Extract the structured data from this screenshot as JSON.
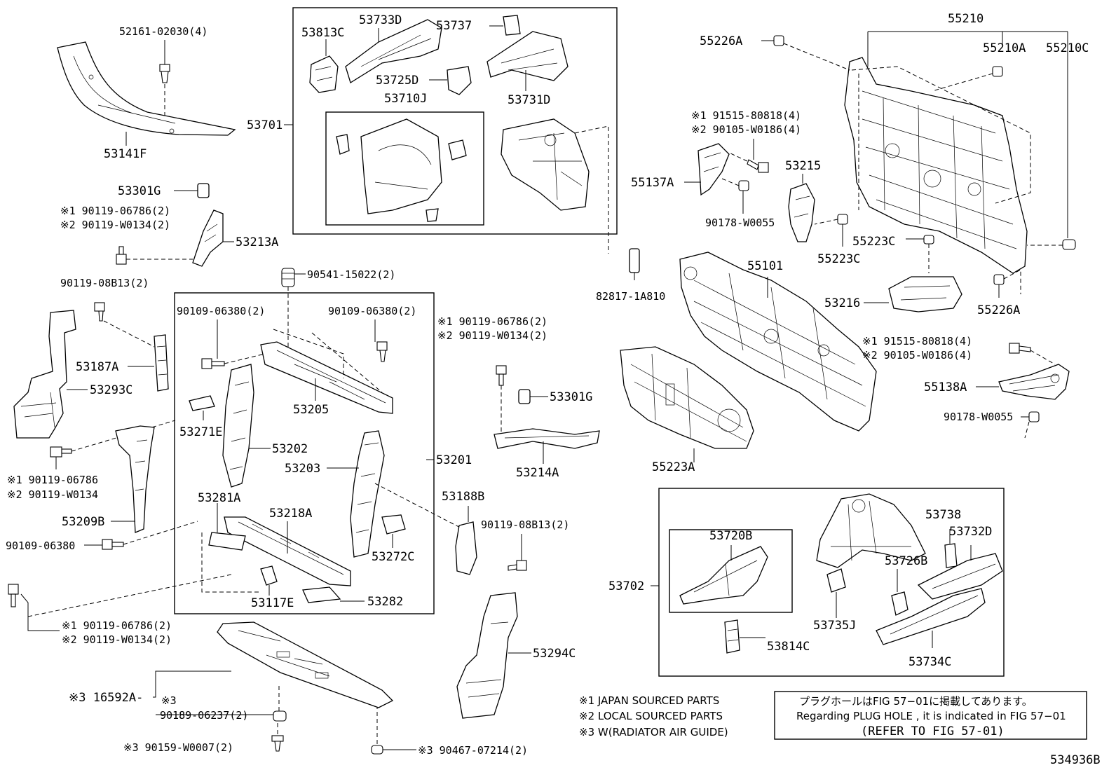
{
  "labels": {
    "p53141F": "53141F",
    "p52161": "52161-02030(4)",
    "p53301G_a": "53301G",
    "p90119_a1": "※1 90119-06786(2)",
    "p90119_a2": "※2 90119-W0134(2)",
    "p53213A": "53213A",
    "p9011908B13_a": "90119-08B13(2)",
    "p53187A": "53187A",
    "p53293C": "53293C",
    "p90119_b1": "※1 90119-06786",
    "p90119_b2": "※2 90119-W0134",
    "p53209B": "53209B",
    "p90109_06380_a": "90109-06380",
    "p90119_c1": "※1 90119-06786(2)",
    "p90119_c2": "※2 90119-W0134(2)",
    "p16592A": "※3 16592A-",
    "p3mark": "※3",
    "p90189": "90189-06237(2)",
    "p90159": "※3 90159-W0007(2)",
    "p90467": "※3 90467-07214(2)",
    "p53701": "53701",
    "p53813C": "53813C",
    "p53733D": "53733D",
    "p53737": "53737",
    "p53725D": "53725D",
    "p53710J": "53710J",
    "p53731D": "53731D",
    "p90541": "90541-15022(2)",
    "p90109_b": "90109-06380(2)",
    "p90109_c": "90109-06380(2)",
    "p53271E": "53271E",
    "p53205": "53205",
    "p53202": "53202",
    "p53203": "53203",
    "p53201": "53201",
    "p53281A": "53281A",
    "p53218A": "53218A",
    "p53272C": "53272C",
    "p53117E": "53117E",
    "p53282": "53282",
    "p90119_d1": "※1 90119-06786(2)",
    "p90119_d2": "※2 90119-W0134(2)",
    "p53301G_b": "53301G",
    "p53214A": "53214A",
    "p53188B": "53188B",
    "p9011908B13_b": "90119-08B13(2)",
    "p53294C": "53294C",
    "p82817": "82817-1A810",
    "p91515_a1": "※1 91515-80818(4)",
    "p90105_a2": "※2 90105-W0186(4)",
    "p55137A": "55137A",
    "p53215": "53215",
    "p90178_a": "90178-W0055",
    "p55223C_a": "55223C",
    "p55223C_b": "55223C",
    "p55101": "55101",
    "p53216": "53216",
    "p55226A_a": "55226A",
    "p55226A_b": "55226A",
    "p55210": "55210",
    "p55210A": "55210A",
    "p55210C": "55210C",
    "p91515_b1": "※1 91515-80818(4)",
    "p90105_b2": "※2 90105-W0186(4)",
    "p55138A": "55138A",
    "p90178_b": "90178-W0055",
    "p55223A": "55223A",
    "p53702": "53702",
    "p53720B": "53720B",
    "p53738": "53738",
    "p53732D": "53732D",
    "p53726B": "53726B",
    "p53735J": "53735J",
    "p53814C": "53814C",
    "p53734C": "53734C"
  },
  "legend": {
    "l1": "※1  JAPAN SOURCED PARTS",
    "l2": "※2  LOCAL SOURCED PARTS",
    "l3": "※3  W(RADIATOR AIR GUIDE)"
  },
  "note_box": {
    "jp": "プラグホールはFIG 57−01に掲載してあります。",
    "en": "Regarding  PLUG  HOLE , it is indicated in FIG  57−01",
    "ref": "(REFER TO FIG 57-01)"
  },
  "diagram_id": "534936B"
}
